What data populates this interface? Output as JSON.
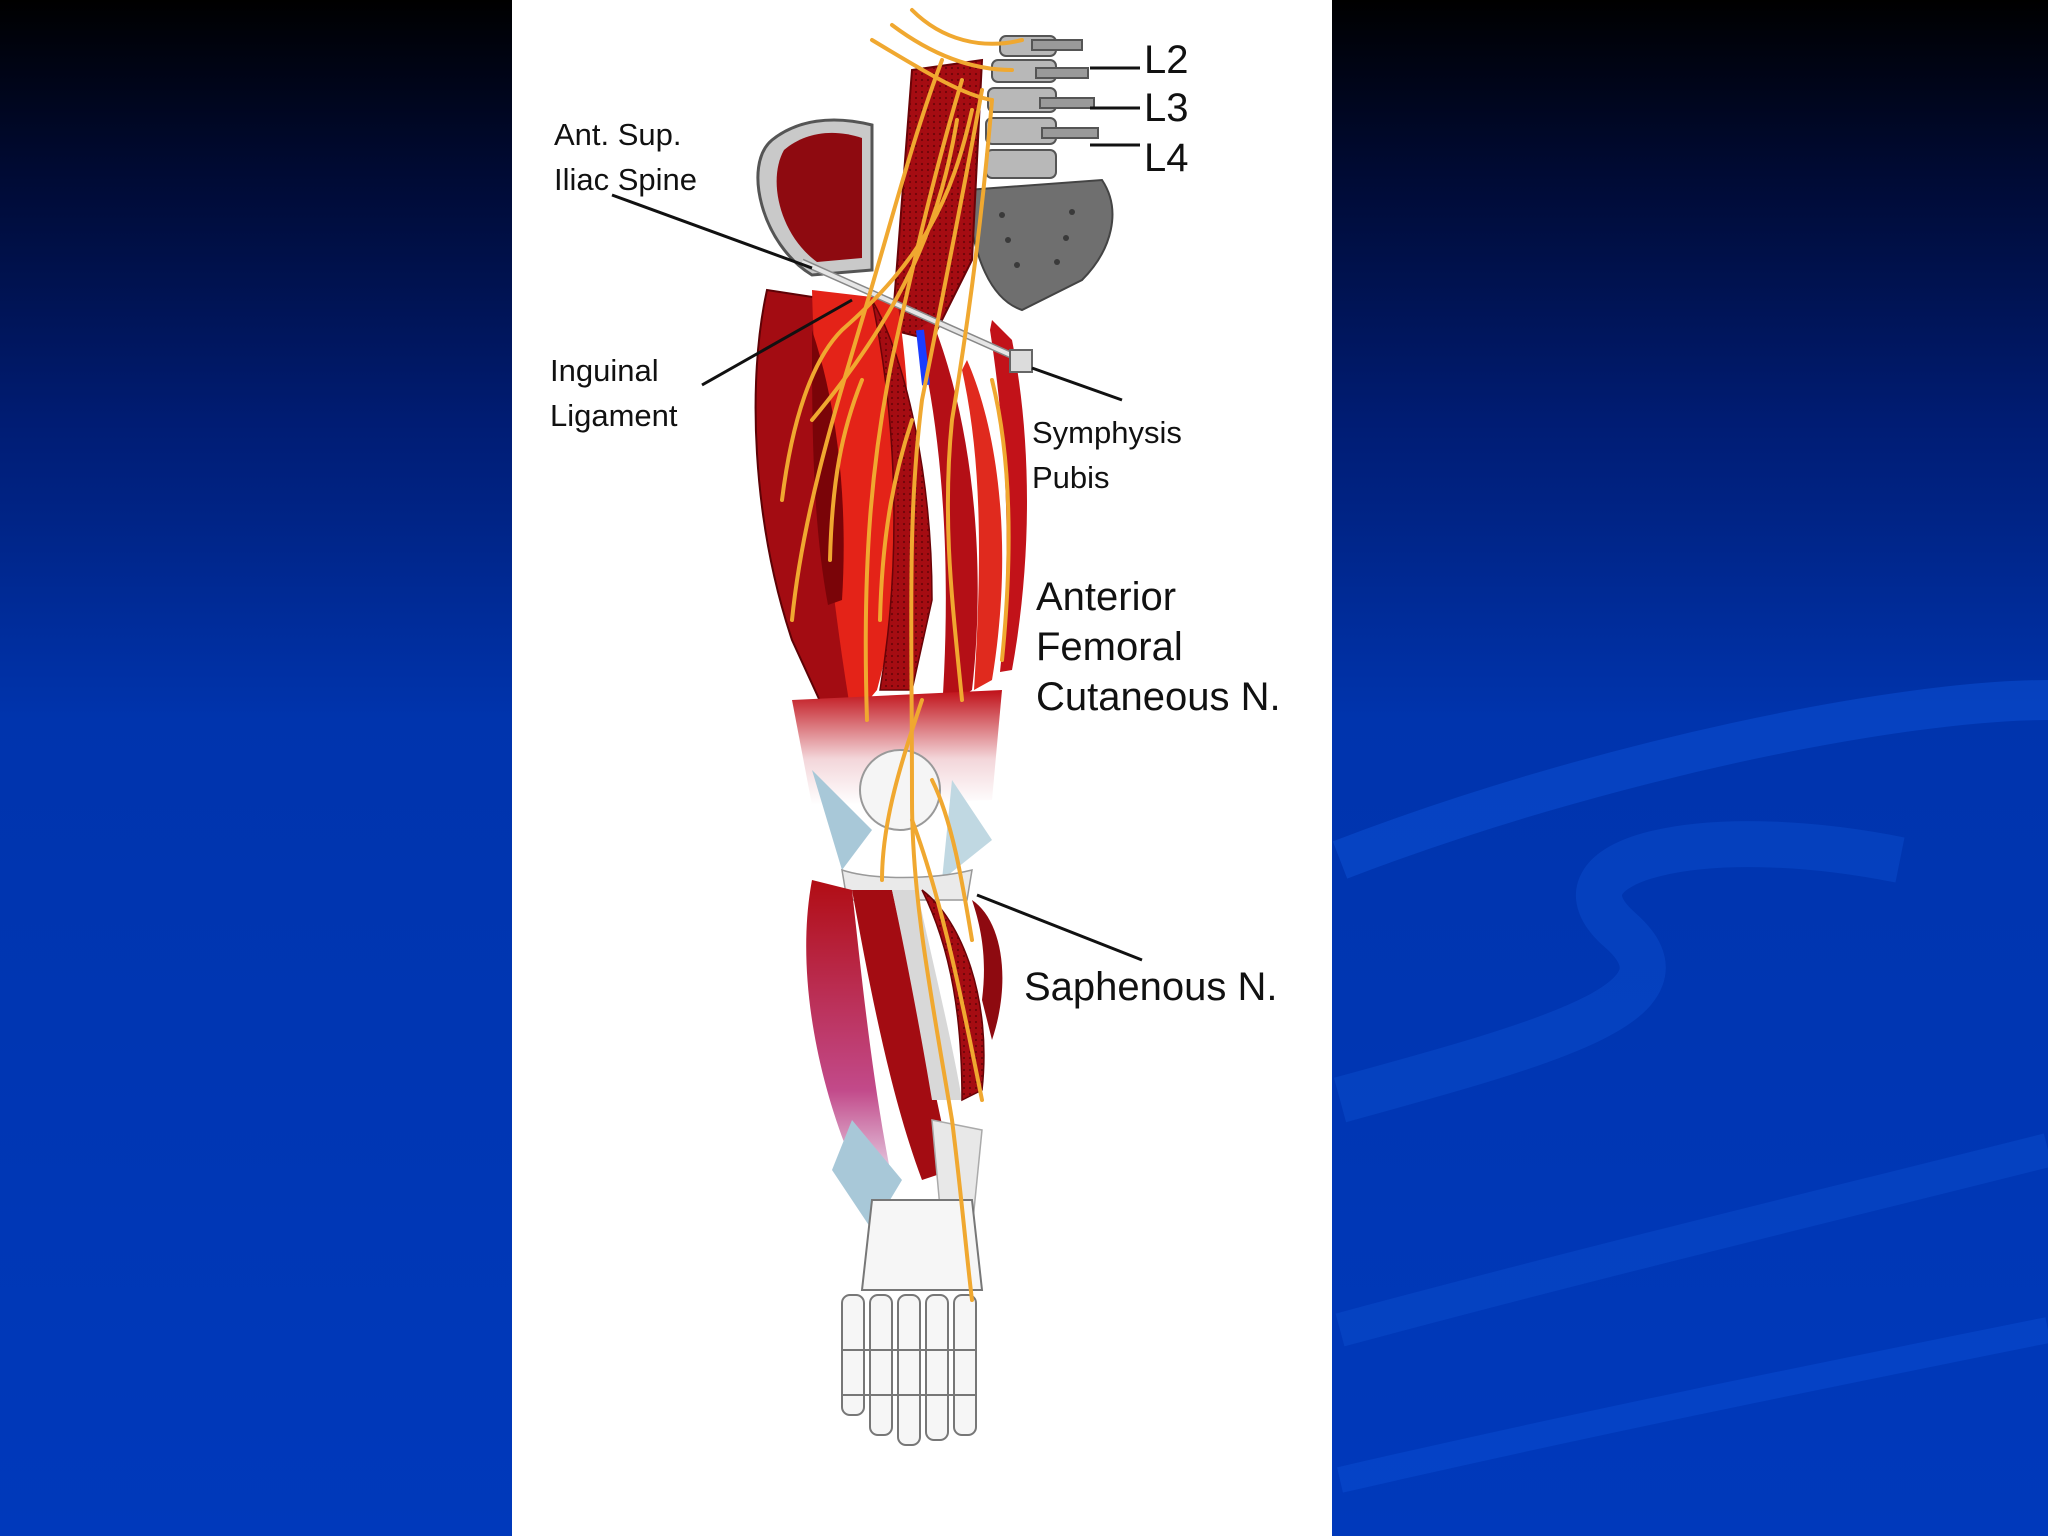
{
  "slide": {
    "background_colors": {
      "top": "#000000",
      "bottom": "#0039bb"
    }
  },
  "diagram": {
    "labels": {
      "l2": "L2",
      "l3": "L3",
      "l4": "L4",
      "asis_line1": "Ant. Sup.",
      "asis_line2": "Iliac Spine",
      "inguinal_line1": "Inguinal",
      "inguinal_line2": "Ligament",
      "symphysis_line1": "Symphysis",
      "symphysis_line2": "Pubis",
      "afcn_line1": "Anterior",
      "afcn_line2": "Femoral",
      "afcn_line3": "Cutaneous N.",
      "saphenous": "Saphenous N."
    },
    "colors": {
      "muscle_dark": "#9a0a10",
      "muscle_bright": "#e8201a",
      "nerve": "#f0a830",
      "bone": "#bcbcbc",
      "tendon": "#a8c8d8",
      "vessel": "#1a3cff"
    }
  }
}
